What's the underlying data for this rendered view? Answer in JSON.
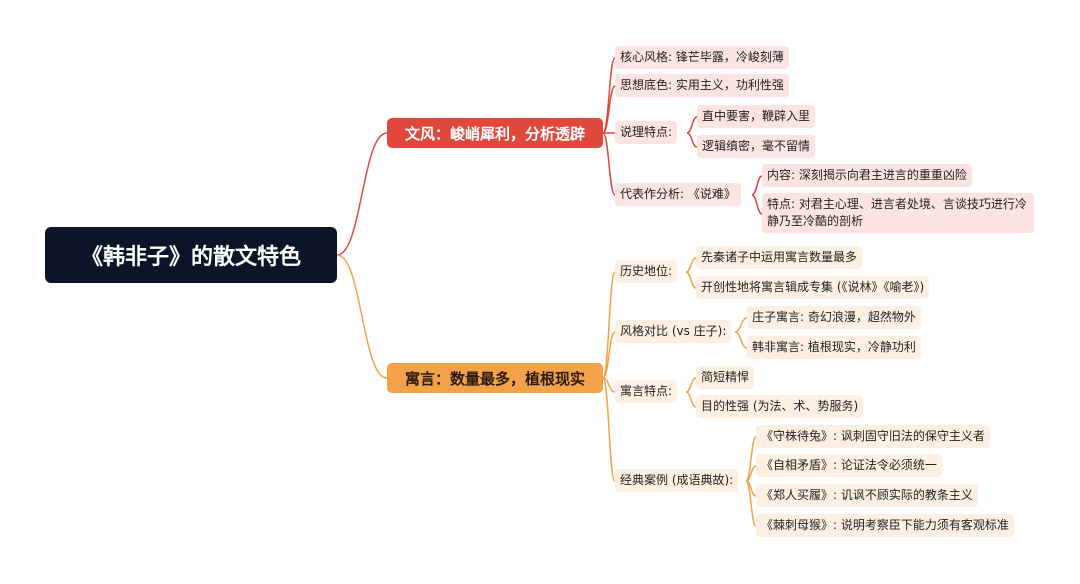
{
  "root": {
    "title": "《韩非子》的散文特色"
  },
  "style_branch": {
    "title": "文风：峻峭犀利，分析透辟",
    "core_style": "核心风格: 锋芒毕露，冷峻刻薄",
    "thought_base": "思想底色: 实用主义，功利性强",
    "reasoning": {
      "label": "说理特点:",
      "items": [
        "直中要害，鞭辟入里",
        "逻辑缜密，毫不留情"
      ]
    },
    "masterpiece": {
      "label": "代表作分析: 《说难》",
      "content": "内容: 深刻揭示向君主进言的重重凶险",
      "feature": "特点: 对君主心理、进言者处境、言谈技巧进行冷静乃至冷酷的剖析"
    }
  },
  "fable_branch": {
    "title": "寓言：数量最多，植根现实",
    "history": {
      "label": "历史地位:",
      "items": [
        "先秦诸子中运用寓言数量最多",
        "开创性地将寓言辑成专集 (《说林》《喻老》)"
      ]
    },
    "contrast": {
      "label": "风格对比 (vs 庄子):",
      "items": [
        "庄子寓言: 奇幻浪漫，超然物外",
        "韩非寓言: 植根现实，冷静功利"
      ]
    },
    "traits": {
      "label": "寓言特点:",
      "items": [
        "简短精悍",
        "目的性强 (为法、术、势服务)"
      ]
    },
    "cases": {
      "label": "经典案例 (成语典故):",
      "items": [
        "《守株待兔》: 讽刺固守旧法的保守主义者",
        "《自相矛盾》: 论证法令必须统一",
        "《郑人买履》: 讥讽不顾实际的教条主义",
        "《棘刺母猴》: 说明考察臣下能力须有客观标准"
      ]
    }
  },
  "colors": {
    "root": "#0c1528",
    "style_branch": "#e0483c",
    "fable_branch": "#f4a24a"
  }
}
